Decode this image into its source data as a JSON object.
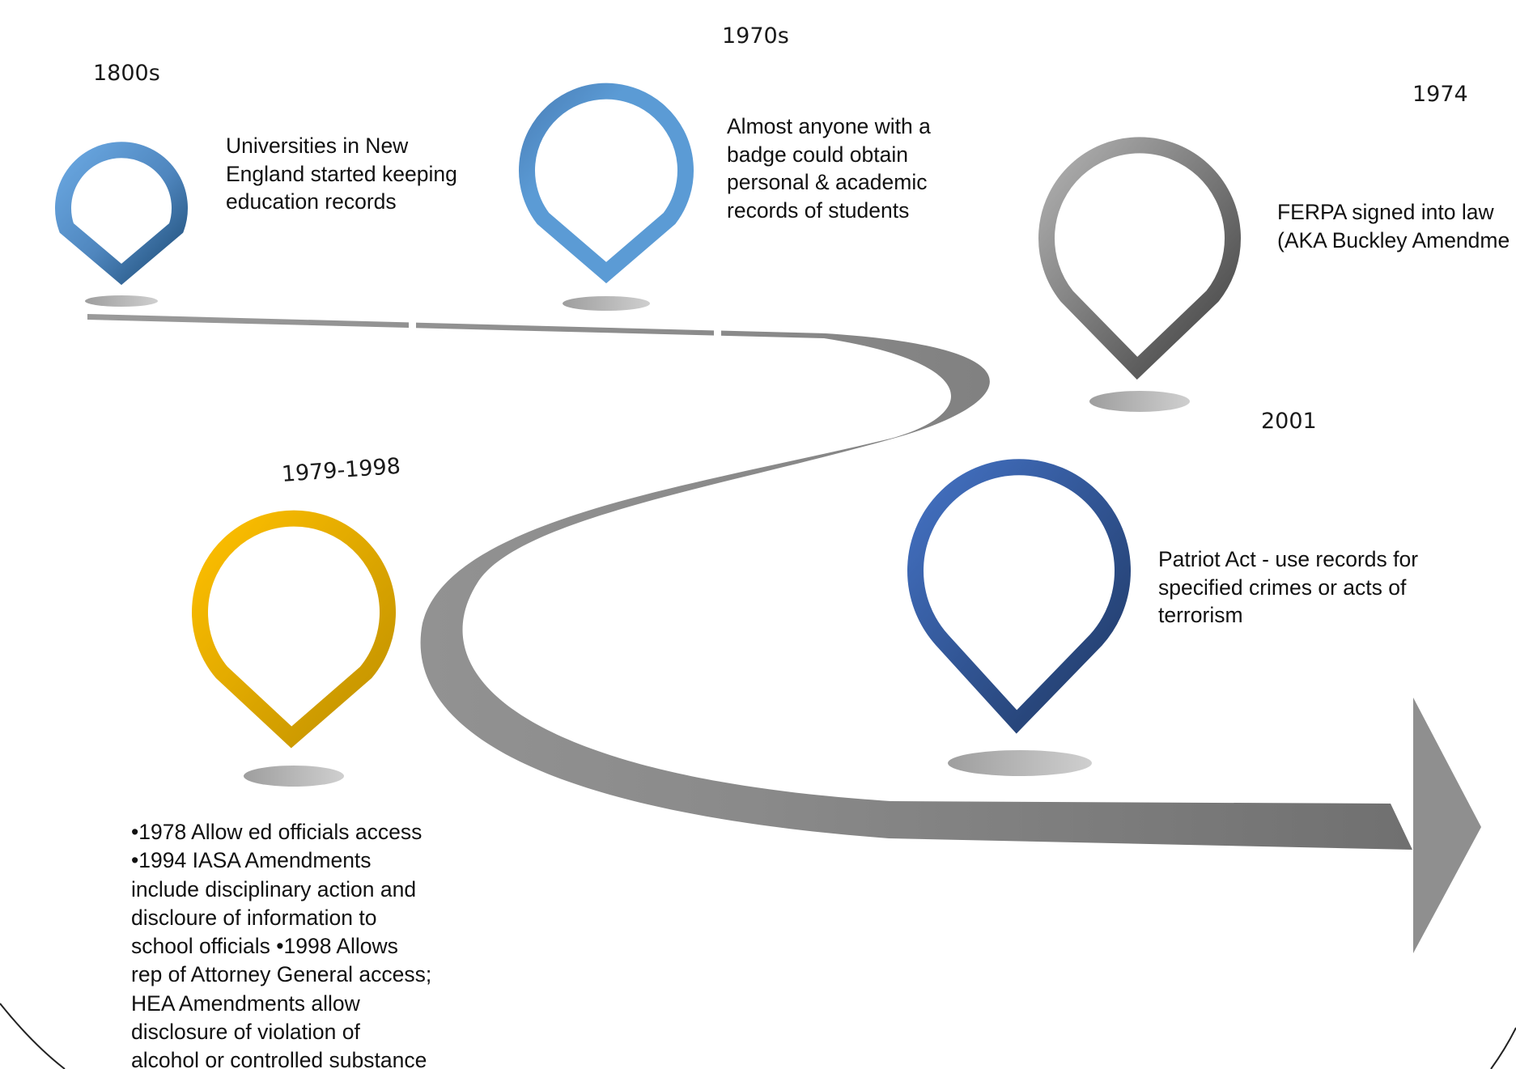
{
  "milestones": [
    {
      "id": "1800s",
      "year": "1800s",
      "pin_color": "#5b9bd5",
      "description_lines": [
        "Universities in New",
        "England started keeping",
        "education records"
      ]
    },
    {
      "id": "1970s",
      "year": "1970s",
      "pin_color": "#5b9bd5",
      "description_lines": [
        "Almost anyone with a",
        "badge could obtain",
        "personal & academic",
        "records of students"
      ]
    },
    {
      "id": "1974",
      "year": "1974",
      "pin_color": "#8c8c8c",
      "description_lines": [
        "FERPA signed into law",
        "(AKA Buckley Amendme"
      ]
    },
    {
      "id": "1979-1998",
      "year": "1979-1998",
      "pin_color": "#ffc000",
      "description_lines": [
        "•1978 Allow ed officials access",
        "•1994 IASA Amendments",
        "include disciplinary action and",
        "discloure of information to",
        "school officials •1998 Allows",
        "rep of Attorney General access;",
        "HEA Amendments allow",
        "disclosure of violation of",
        "alcohol or controlled substance"
      ]
    },
    {
      "id": "2001",
      "year": "2001",
      "pin_color": "#4472c4",
      "description_lines": [
        "Patriot Act - use records for",
        "specified crimes or acts of",
        "terrorism"
      ]
    }
  ],
  "road_color": "#808080"
}
